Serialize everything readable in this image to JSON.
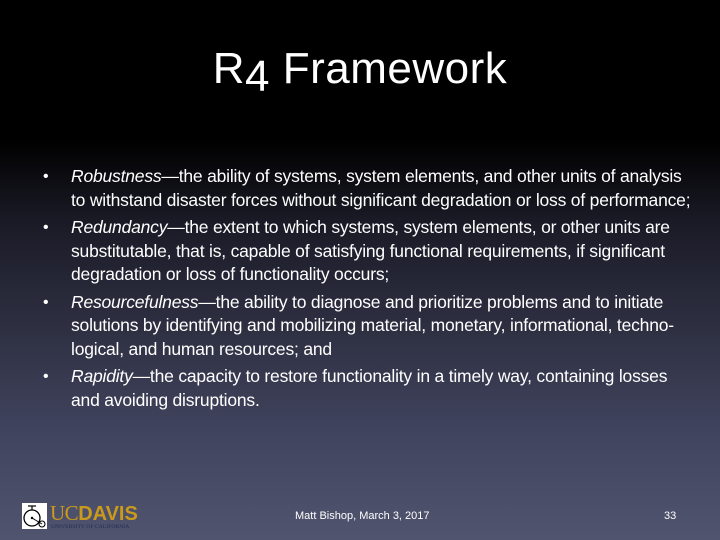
{
  "slide": {
    "title_main": "R",
    "title_sub": "4",
    "title_rest": " Framework",
    "bullets": [
      {
        "term": "Robustness",
        "text": "—the ability of systems, system elements, and other units of analysis to withstand disaster forces without significant degradation or loss of performance;"
      },
      {
        "term": "Redundancy",
        "text": "—the extent to which systems, system elements, or other units are substitutable, that is, capable of satisfying functional requirements, if significant degradation or loss of functionality occurs;"
      },
      {
        "term": "Resourcefulness",
        "text": "—the ability to diagnose and prioritize problems and to initiate solutions by identifying and mobilizing material, monetary, informational, techno-logical, and human resources; and"
      },
      {
        "term": "Rapidity",
        "text": "—the capacity to restore functionality in a timely way, containing losses and avoiding disruptions."
      }
    ],
    "bullet_glyph": "•"
  },
  "footer": {
    "author_date": "Matt Bishop, March 3, 2017",
    "page_number": "33",
    "logo": {
      "uc": "UC",
      "davis": "DAVIS",
      "university": "UNIVERSITY OF CALIFORNIA",
      "icon": "penny-farthing-bicycle-icon"
    }
  },
  "colors": {
    "logo_gold": "#c99a1b",
    "logo_navy": "#1f2a55",
    "text": "#ffffff"
  }
}
